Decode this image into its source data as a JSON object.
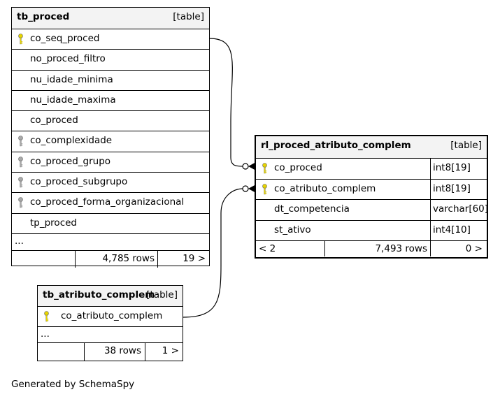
{
  "tables": {
    "tb_proced": {
      "name": "tb_proced",
      "kind": "[table]",
      "columns": [
        {
          "name": "co_seq_proced",
          "key": "primary"
        },
        {
          "name": "no_proced_filtro",
          "key": "none"
        },
        {
          "name": "nu_idade_minima",
          "key": "none"
        },
        {
          "name": "nu_idade_maxima",
          "key": "none"
        },
        {
          "name": "co_proced",
          "key": "none"
        },
        {
          "name": "co_complexidade",
          "key": "foreign"
        },
        {
          "name": "co_proced_grupo",
          "key": "foreign"
        },
        {
          "name": "co_proced_subgrupo",
          "key": "foreign"
        },
        {
          "name": "co_proced_forma_organizacional",
          "key": "foreign"
        },
        {
          "name": "tp_proced",
          "key": "none"
        }
      ],
      "more": "...",
      "footer": {
        "parents": "",
        "rows": "4,785 rows",
        "children": "19 >"
      }
    },
    "rl_proced_atributo_complem": {
      "name": "rl_proced_atributo_complem",
      "kind": "[table]",
      "columns": [
        {
          "name": "co_proced",
          "type": "int8[19]",
          "key": "primary"
        },
        {
          "name": "co_atributo_complem",
          "type": "int8[19]",
          "key": "primary"
        },
        {
          "name": "dt_competencia",
          "type": "varchar[60]",
          "key": "none"
        },
        {
          "name": "st_ativo",
          "type": "int4[10]",
          "key": "none"
        }
      ],
      "footer": {
        "parents": "< 2",
        "rows": "7,493 rows",
        "children": "0 >"
      }
    },
    "tb_atributo_complem": {
      "name": "tb_atributo_complem",
      "kind": "[table]",
      "columns": [
        {
          "name": "co_atributo_complem",
          "key": "primary"
        }
      ],
      "more": "...",
      "footer": {
        "parents": "",
        "rows": "38 rows",
        "children": "1 >"
      }
    }
  },
  "generated_by": "Generated by SchemaSpy",
  "colors": {
    "primary_key": "#e6d400",
    "foreign_key": "#a9a9a9",
    "header_bg": "#f3f3f3"
  }
}
